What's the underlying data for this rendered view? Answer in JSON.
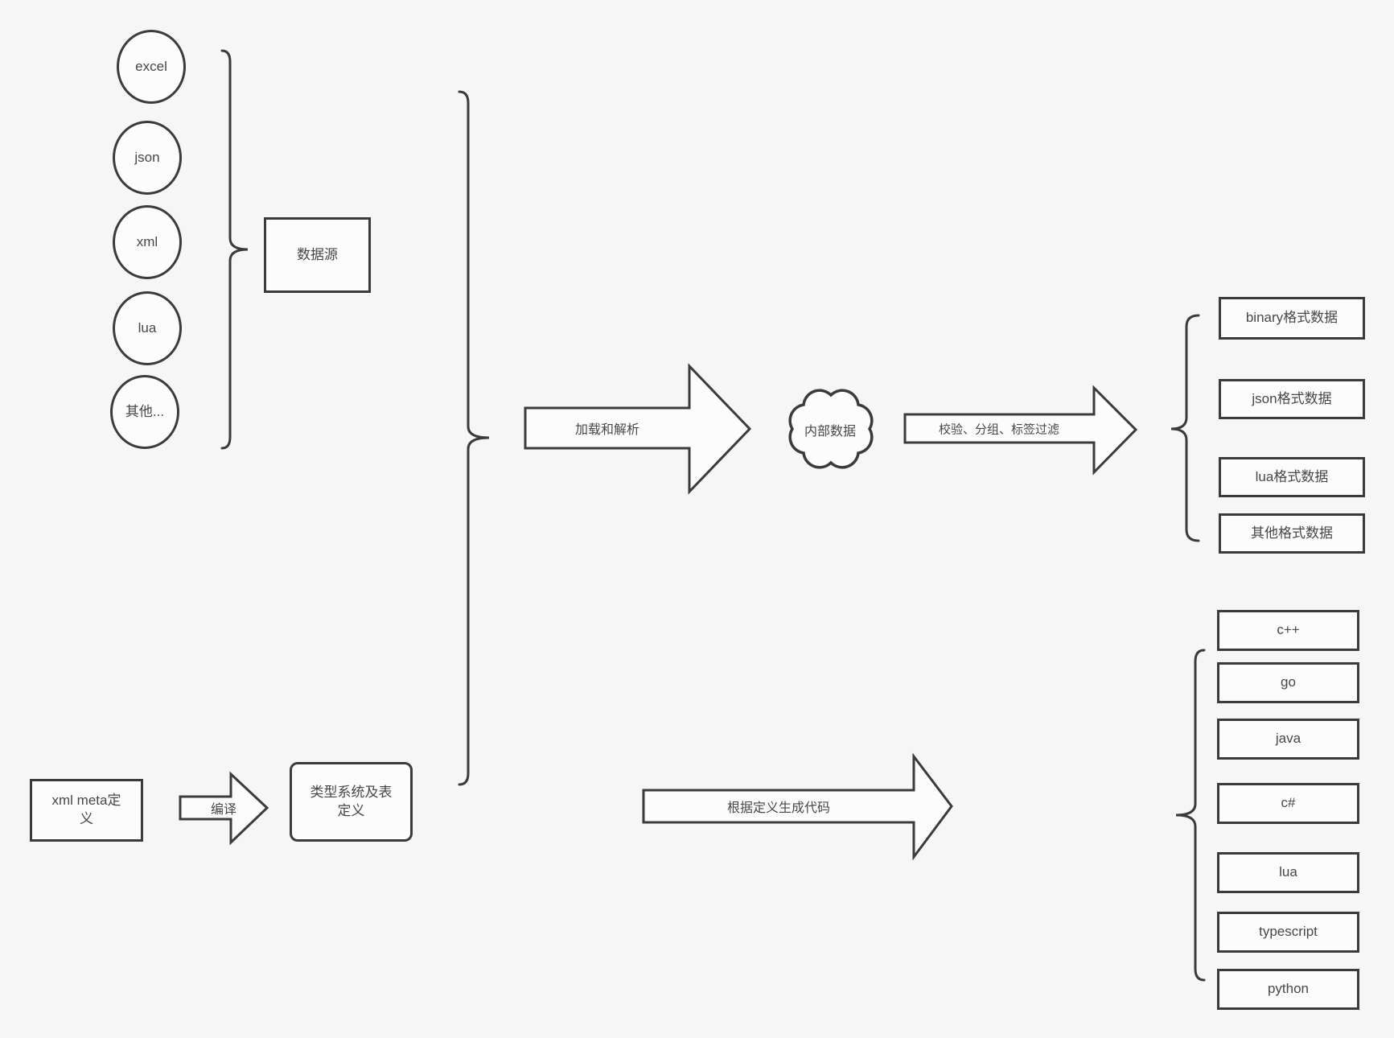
{
  "colors": {
    "background": "#f6f6f6",
    "shape_fill": "#fcfcfc",
    "stroke": "#3b3b3c",
    "text": "#474747"
  },
  "sources": {
    "group_label": "数据源",
    "items": [
      {
        "label": "excel"
      },
      {
        "label": "json"
      },
      {
        "label": "xml"
      },
      {
        "label": "lua"
      },
      {
        "label": "其他..."
      }
    ]
  },
  "pipeline": {
    "load_arrow_label": "加载和解析",
    "internal_data_label": "内部数据",
    "filter_arrow_label": "校验、分组、标签过滤"
  },
  "outputs": {
    "items": [
      {
        "label": "binary格式数据"
      },
      {
        "label": "json格式数据"
      },
      {
        "label": "lua格式数据"
      },
      {
        "label": "其他格式数据"
      }
    ]
  },
  "codegen": {
    "xml_meta_label": "xml meta定义",
    "compile_arrow_label": "编译",
    "type_system_label": "类型系统及表定义",
    "codegen_arrow_label": "根据定义生成代码"
  },
  "languages": {
    "items": [
      {
        "label": "c++"
      },
      {
        "label": "go"
      },
      {
        "label": "java"
      },
      {
        "label": "c#"
      },
      {
        "label": "lua"
      },
      {
        "label": "typescript"
      },
      {
        "label": "python"
      }
    ]
  }
}
